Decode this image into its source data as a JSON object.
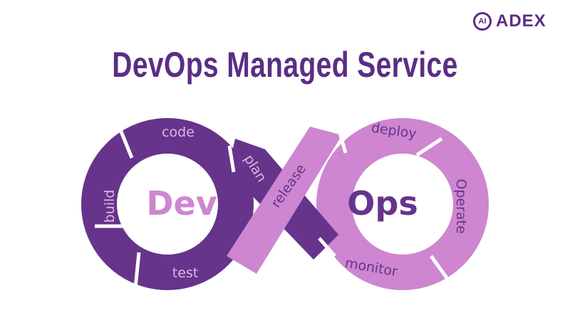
{
  "brand": {
    "badge": "AI",
    "name": "ADEX"
  },
  "title": "DevOps Managed Service",
  "diagram": {
    "dev_label": "Dev",
    "ops_label": "Ops",
    "dev_stages": [
      "code",
      "plan",
      "build",
      "test"
    ],
    "transition": "release",
    "ops_stages": [
      "deploy",
      "Operate",
      "monitor"
    ]
  },
  "colors": {
    "dark_purple": "#66348b",
    "light_purple": "#cd86cf",
    "title": "#5b2d86"
  }
}
